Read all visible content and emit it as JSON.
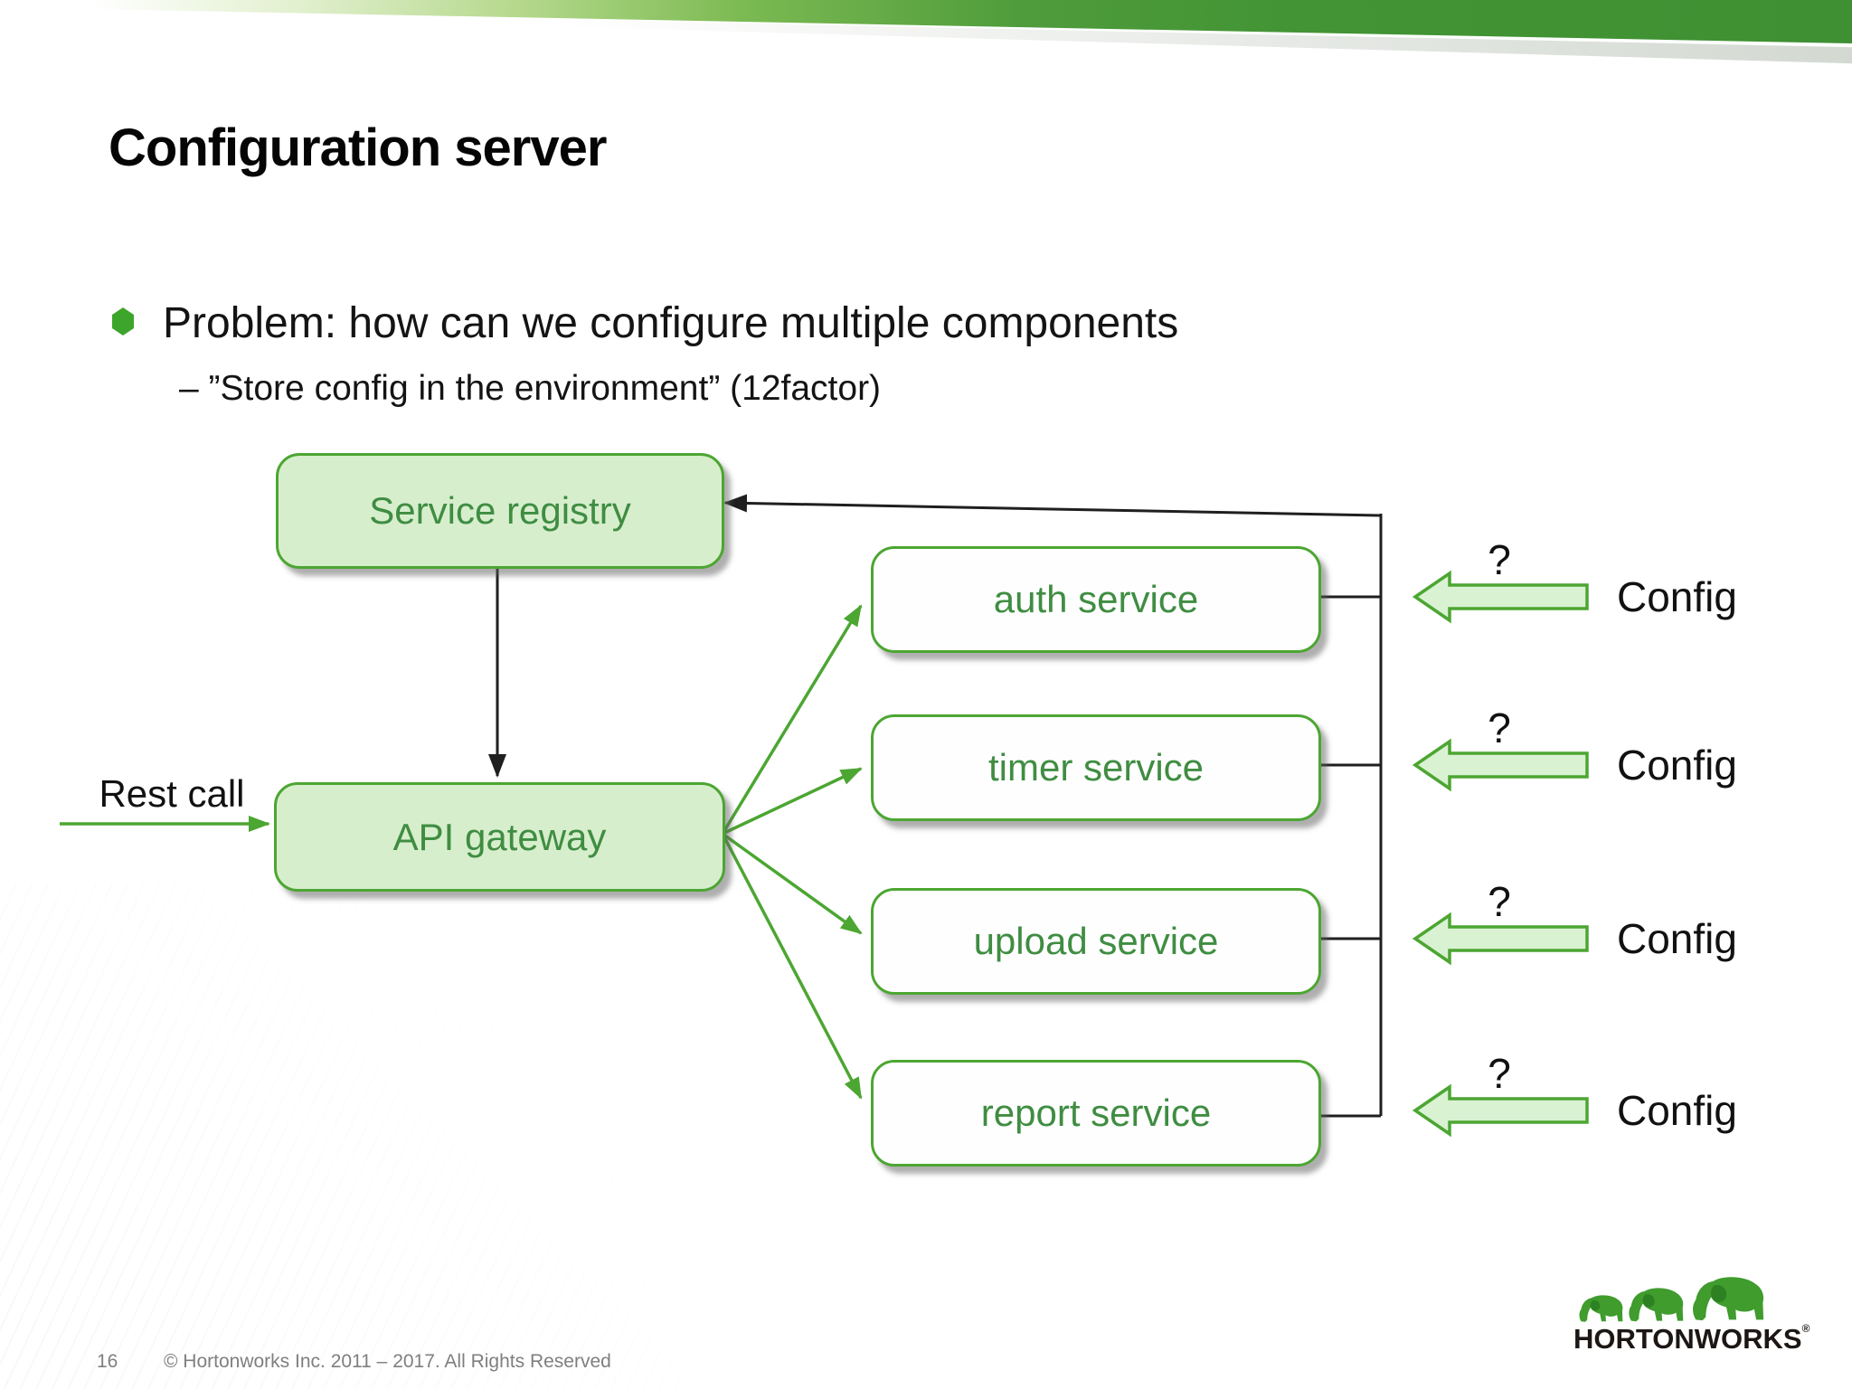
{
  "slide": {
    "title": "Configuration server",
    "bullet": "Problem: how can we configure multiple components",
    "sub_bullet": "– ”Store config in the environment” (12factor)"
  },
  "diagram": {
    "registry": {
      "label": "Service registry"
    },
    "gateway": {
      "label": "API gateway"
    },
    "rest_call_label": "Rest call",
    "services": [
      {
        "label": "auth service"
      },
      {
        "label": "timer service"
      },
      {
        "label": "upload service"
      },
      {
        "label": "report service"
      }
    ],
    "config_rows": [
      {
        "question": "?",
        "label": "Config"
      },
      {
        "question": "?",
        "label": "Config"
      },
      {
        "question": "?",
        "label": "Config"
      },
      {
        "question": "?",
        "label": "Config"
      }
    ]
  },
  "footer": {
    "page_number": "16",
    "copyright": "© Hortonworks Inc. 2011 – 2017. All Rights Reserved"
  },
  "logo": {
    "wordmark": "HORTONWORKS",
    "registered": "®"
  },
  "colors": {
    "band_green": "#3e9032",
    "box_fill_green": "#d7eecd",
    "box_border_green": "#4ca632",
    "box_text_green": "#3f8d42",
    "arrow_fill_green": "#d9f2d2",
    "line_black": "#1f1f1f",
    "footer_gray": "#7f7f7f"
  }
}
